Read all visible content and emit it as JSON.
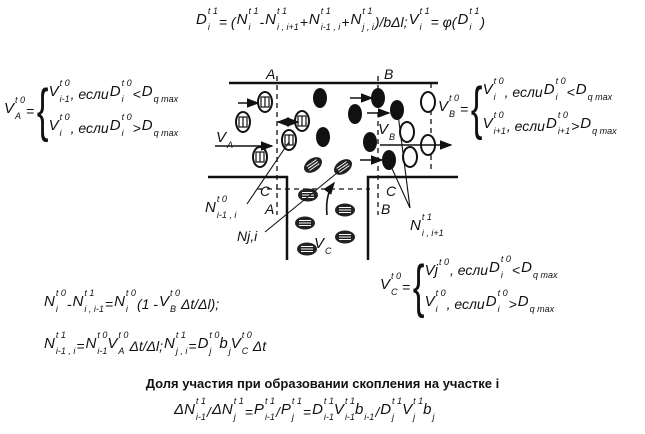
{
  "formulas": {
    "density": [
      "",
      {
        "b": "D",
        "sup": "t 1",
        "sub": "i"
      },
      "= (",
      {
        "b": "N",
        "sup": "t 1",
        "sub": "i"
      },
      "-",
      {
        "b": "N",
        "sup": "t 1",
        "sub": "i , i+1"
      },
      "+",
      {
        "b": "N",
        "sup": "t 1",
        "sub": "i-1 , i"
      },
      "+",
      {
        "b": "N",
        "sup": "t 1",
        "sub": "j , i"
      },
      ")/bΔl;",
      {
        "b": "V",
        "sup": "t 1",
        "sub": "i"
      },
      "= φ(",
      {
        "b": "D",
        "sup": "t 1",
        "sub": "i"
      },
      ")"
    ],
    "flow_out": [
      {
        "b": "N",
        "sup": "t 0",
        "sub": "i"
      },
      "-",
      {
        "b": "N",
        "sup": "t 1",
        "sub": "i , i-1"
      },
      "=",
      {
        "b": "N",
        "sup": "t 0",
        "sub": "i"
      },
      "(1 -",
      {
        "b": "V",
        "sup": "t 0",
        "sub": "B"
      },
      "Δt/Δl);"
    ],
    "flow_in": [
      {
        "b": "N",
        "sup": "t 1",
        "sub": "i-1 , i"
      },
      "=",
      {
        "b": "N",
        "sup": "t 0",
        "sub": "i-1"
      },
      {
        "b": "V",
        "sup": "t 0",
        "sub": "A"
      },
      "Δt/Δl;",
      {
        "b": "N",
        "sup": "t 1",
        "sub": "j , i"
      },
      "=",
      {
        "b": "D",
        "sup": "t 0",
        "sub": "j"
      },
      {
        "b": "b",
        "sup": "",
        "sub": "j"
      },
      {
        "b": "V",
        "sup": "t 0",
        "sub": "C"
      },
      "Δt"
    ],
    "share": [
      {
        "b": "ΔN",
        "sup": "t 1",
        "sub": "i-1"
      },
      "/",
      {
        "b": "ΔN",
        "sup": "t 1",
        "sub": "j"
      },
      "=",
      {
        "b": "P",
        "sup": "t 1",
        "sub": "i-1"
      },
      "/",
      {
        "b": "P",
        "sup": "t 1",
        "sub": "j"
      },
      "=",
      {
        "b": "D",
        "sup": "t 1",
        "sub": "i-1"
      },
      {
        "b": "V",
        "sup": "t 1",
        "sub": "i-1"
      },
      {
        "b": "b",
        "sup": "",
        "sub": "i-1"
      },
      "/",
      {
        "b": "D",
        "sup": "t 1",
        "sub": "j"
      },
      {
        "b": "V",
        "sup": "t 1",
        "sub": "j"
      },
      {
        "b": "b",
        "sup": "",
        "sub": "j"
      }
    ]
  },
  "systems": {
    "VA": {
      "lhs": [
        {
          "b": "V",
          "sup": "t 0",
          "sub": "A"
        },
        "="
      ],
      "case1": [
        {
          "b": "V",
          "sup": "t 0",
          "sub": "i-1"
        },
        ", если",
        {
          "b": "D",
          "sup": "t 0",
          "sub": "i"
        },
        "<",
        {
          "b": "D",
          "sup": "",
          "sub": "q max"
        }
      ],
      "case2": [
        {
          "b": "V",
          "sup": "t 0",
          "sub": "i"
        },
        ", если",
        {
          "b": "D",
          "sup": "t 0",
          "sub": "i"
        },
        ">",
        {
          "b": "D",
          "sup": "",
          "sub": "q max"
        }
      ]
    },
    "VB": {
      "lhs": [
        {
          "b": "V",
          "sup": "t 0",
          "sub": "B"
        },
        "="
      ],
      "case1": [
        {
          "b": "V",
          "sup": "t 0",
          "sub": "i"
        },
        ", если",
        {
          "b": "D",
          "sup": "t 0",
          "sub": "i"
        },
        "<",
        {
          "b": "D",
          "sup": "",
          "sub": "q max"
        }
      ],
      "case2": [
        {
          "b": "V",
          "sup": "t 0",
          "sub": "i+1"
        },
        ", если",
        {
          "b": "D",
          "sup": "t 0",
          "sub": "i+1"
        },
        ">",
        {
          "b": "D",
          "sup": "",
          "sub": "q max"
        }
      ]
    },
    "VC": {
      "lhs": [
        {
          "b": "V",
          "sup": "t 0",
          "sub": "C"
        },
        "="
      ],
      "case1": [
        {
          "b": "Vj",
          "sup": "t 0",
          "sub": ""
        },
        ", если",
        {
          "b": "D",
          "sup": "t 0",
          "sub": "i"
        },
        "<",
        {
          "b": "D",
          "sup": "",
          "sub": "q max"
        }
      ],
      "case2": [
        {
          "b": "V",
          "sup": "t 0",
          "sub": "i"
        },
        ", если",
        {
          "b": "D",
          "sup": "t 0",
          "sub": "i"
        },
        ">",
        {
          "b": "D",
          "sup": "",
          "sub": "q max"
        }
      ]
    }
  },
  "caption": "Доля участия при образовании скопления на участке i",
  "diagram": {
    "section_A": "A",
    "section_B": "B",
    "section_C": "C",
    "label_VA": [
      {
        "b": "V",
        "sup": "",
        "sub": "A"
      }
    ],
    "label_VB": [
      {
        "b": "V",
        "sup": "",
        "sub": "B"
      }
    ],
    "label_VC": [
      {
        "b": "V",
        "sup": "",
        "sub": "C"
      }
    ],
    "label_N_prev": [
      {
        "b": "N",
        "sup": "t 0",
        "sub": "i-1 , i"
      }
    ],
    "label_Nji": "Nj,i",
    "label_N_next": [
      {
        "b": "N",
        "sup": "t 1",
        "sub": "i , i+1"
      }
    ]
  }
}
